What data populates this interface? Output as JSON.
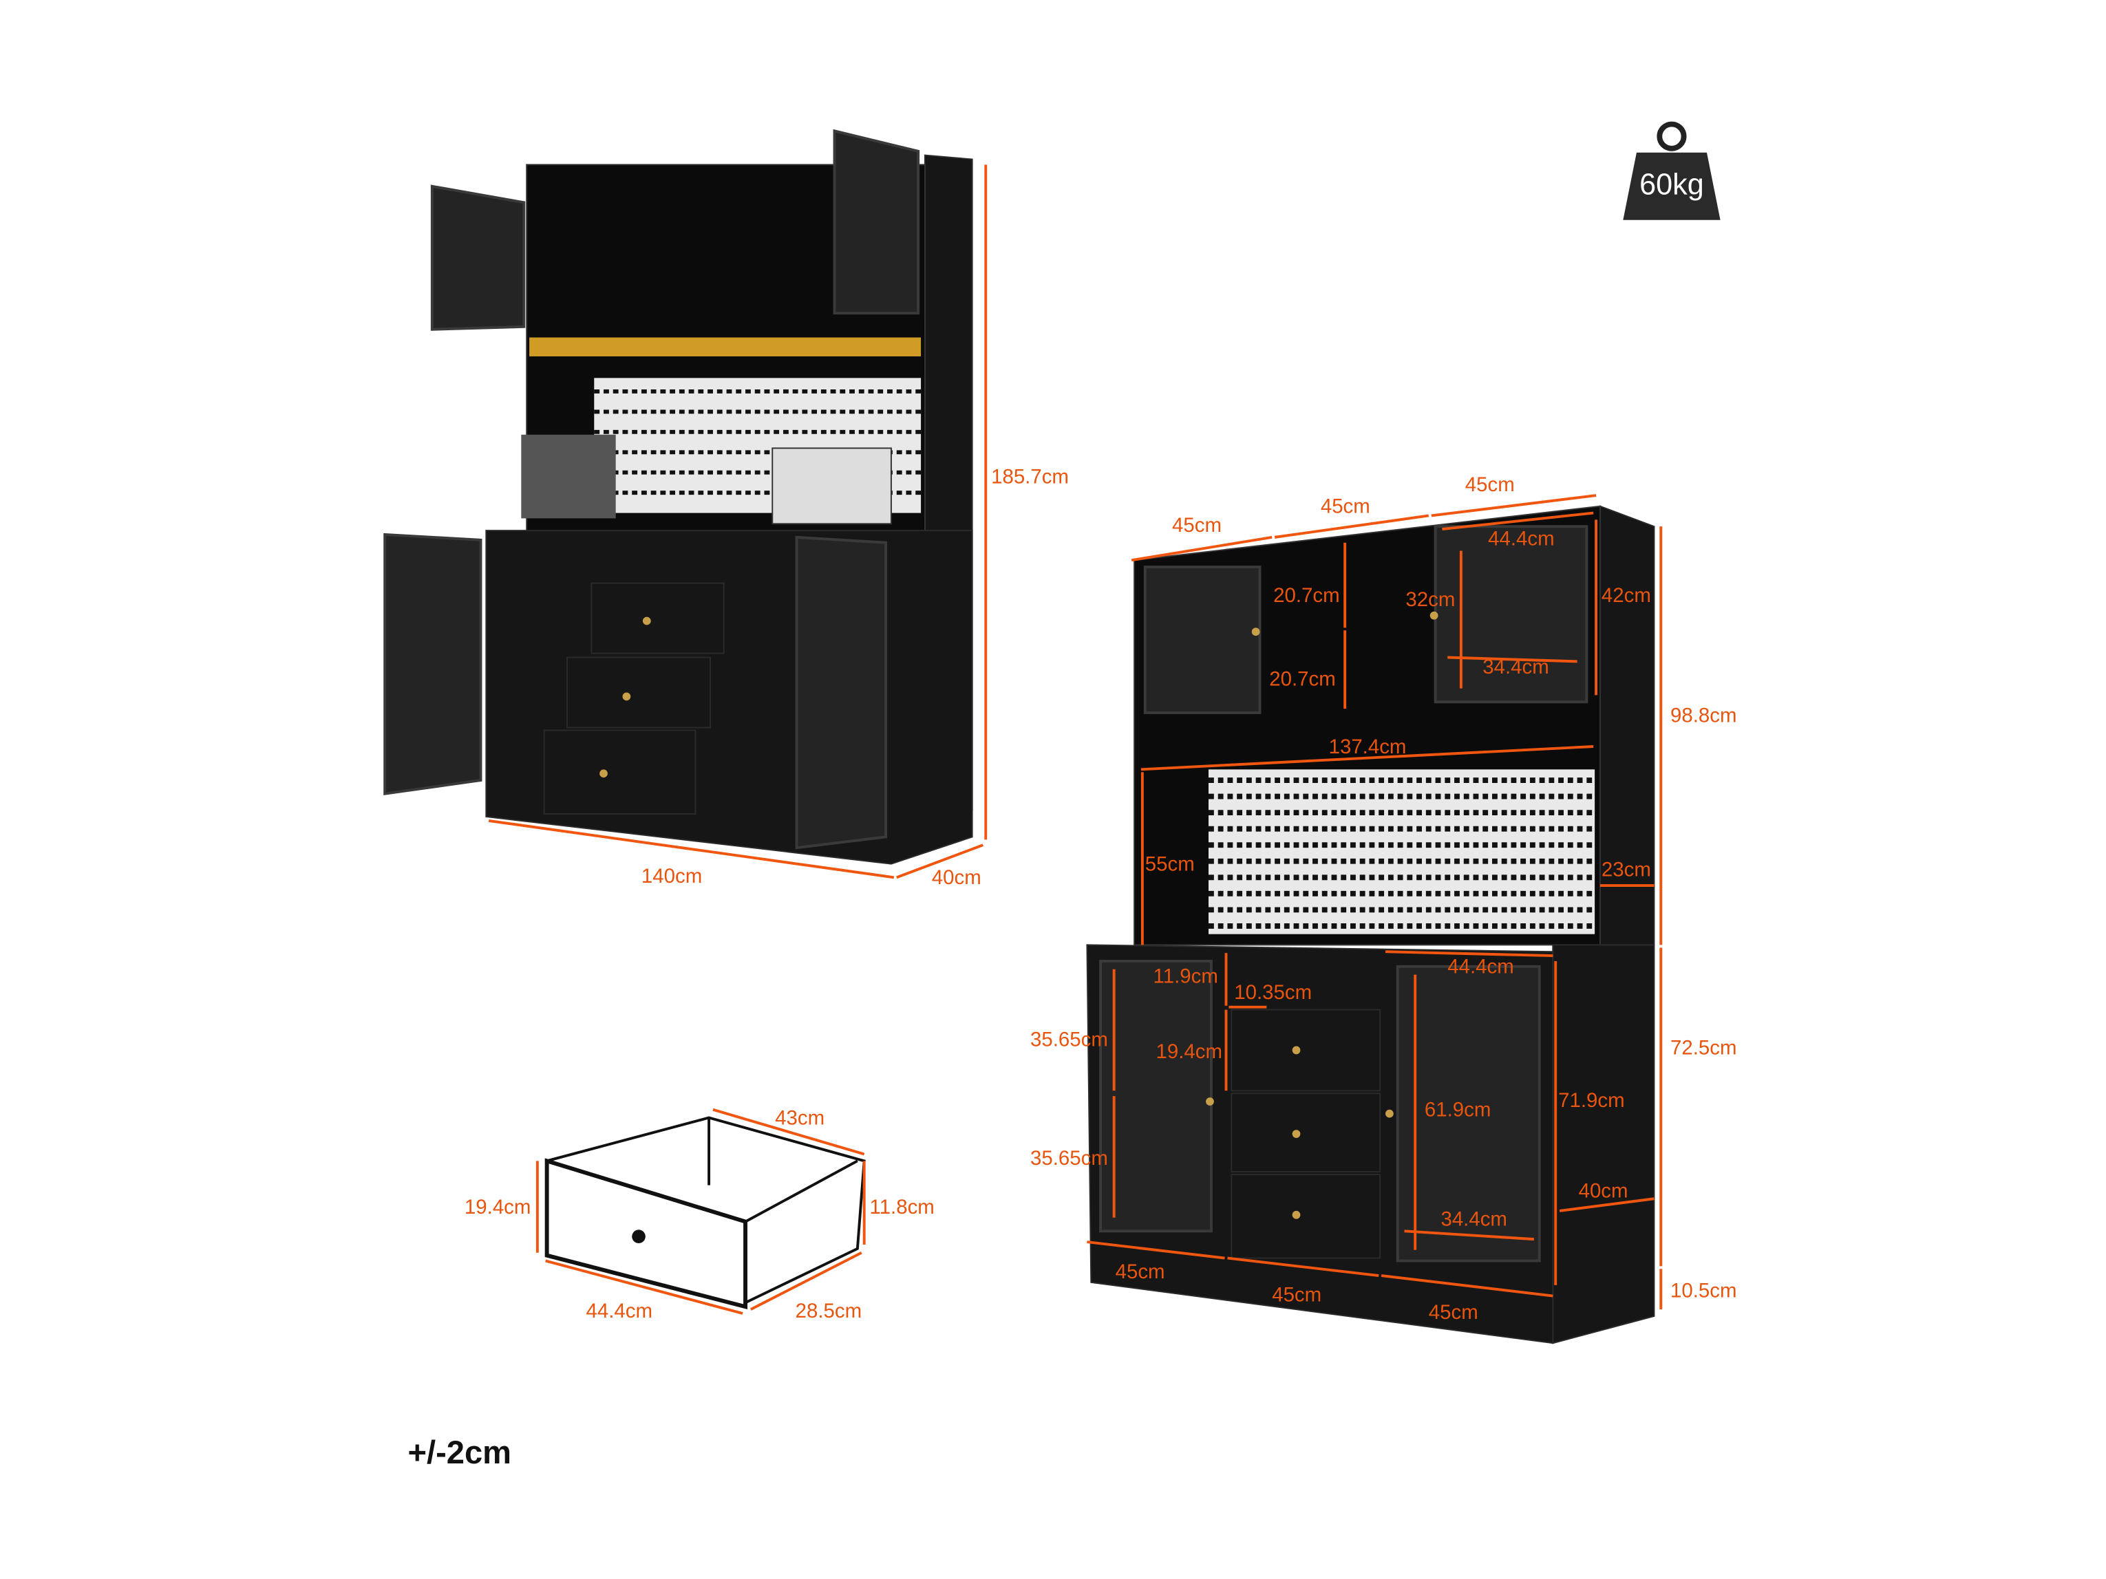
{
  "weight": {
    "icon": "weight-icon",
    "label": "60kg"
  },
  "tolerance": "+/-2cm",
  "left_view": {
    "height": "185.7cm",
    "width": "140cm",
    "depth": "40cm"
  },
  "drawer_view": {
    "depth": "43cm",
    "front_height": "19.4cm",
    "back_height": "11.8cm",
    "width": "44.4cm",
    "inner_depth": "28.5cm"
  },
  "right_view": {
    "top_widths": [
      "45cm",
      "45cm",
      "45cm"
    ],
    "top_door_width": "44.4cm",
    "shelf_upper": "20.7cm",
    "shelf_lower": "20.7cm",
    "door_height": "32cm",
    "hutch_height": "42cm",
    "door_inner_width": "34.4cm",
    "upper_total": "98.8cm",
    "counter_width": "137.4cm",
    "backboard_height": "55cm",
    "side_depth": "23cm",
    "cubby_height": "11.9cm",
    "cubby_width": "10.35cm",
    "lower_door_width": "44.4cm",
    "left_shelf_upper": "35.65cm",
    "left_shelf_lower": "35.65cm",
    "lower_total": "72.5cm",
    "drawer_height": "19.4cm",
    "lower_door_height": "71.9cm",
    "lower_glass_height": "61.9cm",
    "lower_depth": "40cm",
    "lower_glass_width": "34.4cm",
    "bottom_widths": [
      "45cm",
      "45cm",
      "45cm"
    ],
    "base_height": "10.5cm"
  },
  "colors": {
    "dimension": "#e8550e",
    "cabinet": "#161616",
    "background": "#ffffff"
  }
}
